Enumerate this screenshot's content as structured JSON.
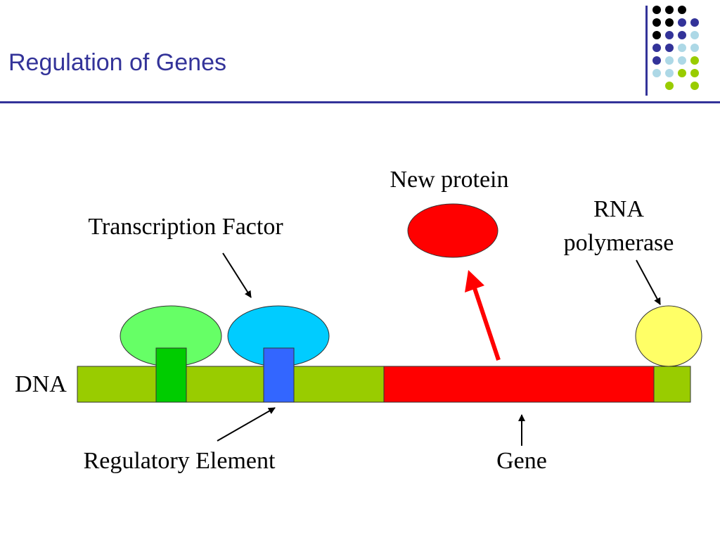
{
  "slide": {
    "title": "Regulation of Genes"
  },
  "labels": {
    "new_protein": "New protein",
    "rna_line1": "RNA",
    "rna_line2": "polymerase",
    "transcription_factor": "Transcription Factor",
    "dna": "DNA",
    "regulatory_element": "Regulatory Element",
    "gene": "Gene"
  },
  "colors": {
    "title": "#333399",
    "dna_strand": "#99cc00",
    "gene": "#ff0000",
    "protein": "#ff0000",
    "tf_green": "#66ff66",
    "tf_blue": "#00ccff",
    "reg_green": "#00cc00",
    "reg_blue": "#3366ff",
    "rna_polymerase": "#ffff66",
    "arrow_red": "#ff0000",
    "arrow_black": "#000000"
  },
  "decor_dots": [
    [
      "#000000",
      "#000000",
      "#000000",
      null
    ],
    [
      "#000000",
      "#000000",
      "#333399",
      "#333399"
    ],
    [
      "#000000",
      "#333399",
      "#333399",
      "#add8e6"
    ],
    [
      "#333399",
      "#333399",
      "#add8e6",
      "#add8e6"
    ],
    [
      "#333399",
      "#add8e6",
      "#add8e6",
      "#99cc00"
    ],
    [
      "#add8e6",
      "#add8e6",
      "#99cc00",
      "#99cc00"
    ],
    [
      null,
      "#99cc00",
      null,
      "#99cc00"
    ]
  ]
}
